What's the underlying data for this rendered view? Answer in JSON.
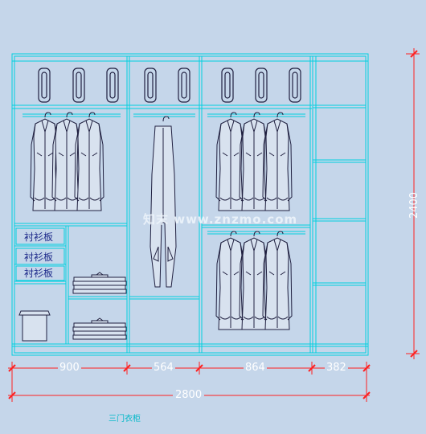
{
  "dimensions": {
    "widths": [
      "900",
      "564",
      "864",
      "382"
    ],
    "total_width": "2800",
    "height": "2400"
  },
  "shelf_labels": [
    "衬衫板",
    "衬衫板",
    "衬衫板"
  ],
  "drawing_title": "三门衣柜",
  "watermark": "知末 www.znzmo.com",
  "colors": {
    "background": "#c5d6ea",
    "cabinet_line": "#00d0e0",
    "dimension_line": "#ff2020",
    "dimension_text": "#ffffff",
    "label_text": "#1e2a8a",
    "garment_line": "#202040"
  }
}
